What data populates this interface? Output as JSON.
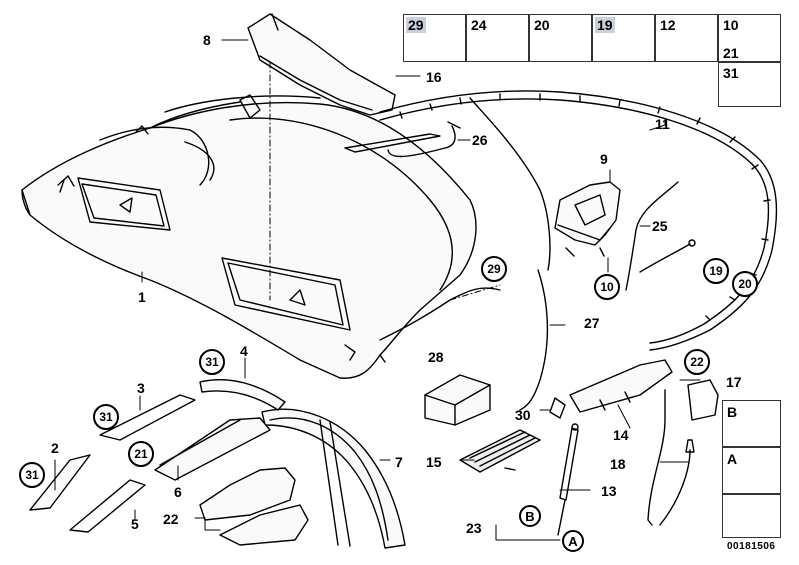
{
  "labels": {
    "l1": "1",
    "l2": "2",
    "l3": "3",
    "l4": "4",
    "l5": "5",
    "l6": "6",
    "l7": "7",
    "l8": "8",
    "l9": "9",
    "l11": "11",
    "l13": "13",
    "l14": "14",
    "l15": "15",
    "l16": "16",
    "l17": "17",
    "l18": "18",
    "l22": "22",
    "l23": "23",
    "l25": "25",
    "l26": "26",
    "l27": "27",
    "l28": "28",
    "l30": "30"
  },
  "callouts": {
    "c31a": "31",
    "c31b": "31",
    "c31c": "31",
    "c21": "21",
    "c29": "29",
    "c10": "10",
    "c19": "19",
    "c20": "20",
    "c22": "22",
    "cB": "B",
    "cA": "A"
  },
  "parts_table": {
    "p29": "29",
    "p24": "24",
    "p20": "20",
    "p19": "19",
    "p12": "12",
    "p10": "10",
    "p21": "21",
    "p31": "31"
  },
  "side_table": {
    "sB": "B",
    "sA": "A"
  },
  "doc_number": "00181506"
}
